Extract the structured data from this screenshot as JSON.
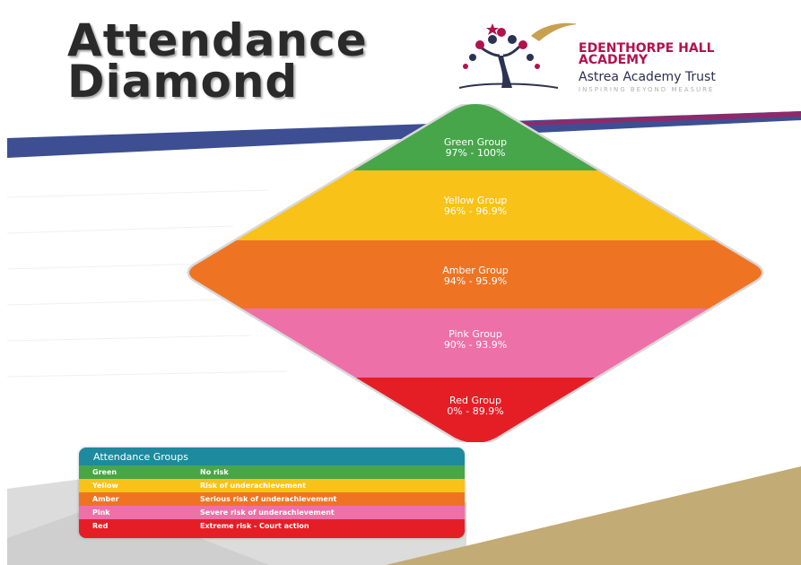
{
  "title": {
    "line1": "Attendance",
    "line2": "Diamond"
  },
  "logo": {
    "school_line1": "EDENTHORPE HALL",
    "school_line2": "ACADEMY",
    "trust": "Astrea Academy Trust",
    "tagline": "INSPIRING BEYOND MEASURE"
  },
  "diamond": {
    "bands": [
      {
        "name": "Green Group",
        "range": "97% - 100%",
        "color": "#47a64a"
      },
      {
        "name": "Yellow Group",
        "range": "96% - 96.9%",
        "color": "#f8c218"
      },
      {
        "name": "Amber Group",
        "range": "94% - 95.9%",
        "color": "#ee7424"
      },
      {
        "name": "Pink Group",
        "range": "90% - 93.9%",
        "color": "#ee70a8"
      },
      {
        "name": "Red Group",
        "range": "0% - 89.9%",
        "color": "#e51e25"
      }
    ]
  },
  "table": {
    "title": "Attendance Groups",
    "rows": [
      {
        "group": "Green",
        "description": "No risk",
        "color": "#47a64a"
      },
      {
        "group": "Yellow",
        "description": "Risk of underachievement",
        "color": "#f8c218"
      },
      {
        "group": "Amber",
        "description": "Serious risk of underachievement",
        "color": "#ee7424"
      },
      {
        "group": "Pink",
        "description": "Severe risk of underachievement",
        "color": "#ee70a8"
      },
      {
        "group": "Red",
        "description": "Extreme risk - Court action",
        "color": "#e51e25"
      }
    ]
  }
}
